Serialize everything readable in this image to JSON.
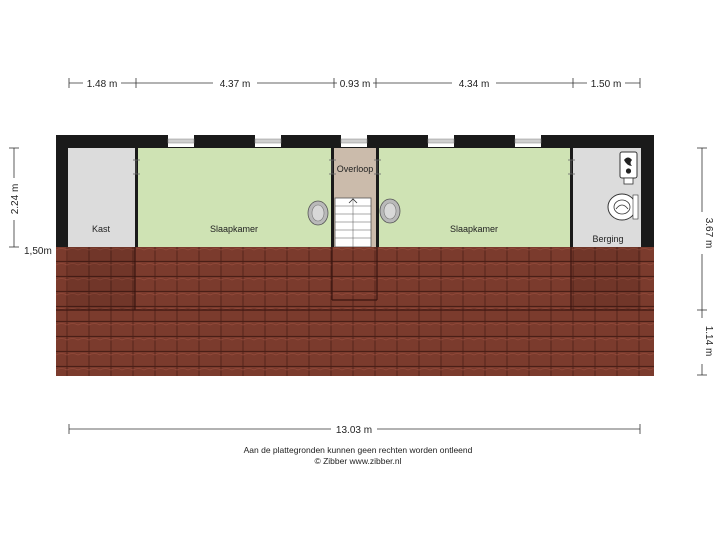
{
  "dimensions": {
    "top": [
      "1.48 m",
      "4.37 m",
      "0.93 m",
      "4.34 m",
      "1.50 m"
    ],
    "total_width": "13.03 m",
    "left_height": "2.24 m",
    "left_level": "1,50m",
    "right_top": "3.67 m",
    "right_bottom": "1.14 m"
  },
  "rooms": {
    "kast": "Kast",
    "slaapkamer_left": "Slaapkamer",
    "overloop": "Overloop",
    "slaapkamer_right": "Slaapkamer",
    "berging": "Berging"
  },
  "footer": {
    "line1": "Aan de plattegronden kunnen geen rechten worden ontleend",
    "line2": "© Zibber www.zibber.nl"
  },
  "colors": {
    "wall": "#1a1a1a",
    "bedroom_floor": "#cfe3b4",
    "utility_floor": "#dcdcdc",
    "landing_floor": "#cbbbab",
    "roof_tile": "#7a3a2c"
  }
}
